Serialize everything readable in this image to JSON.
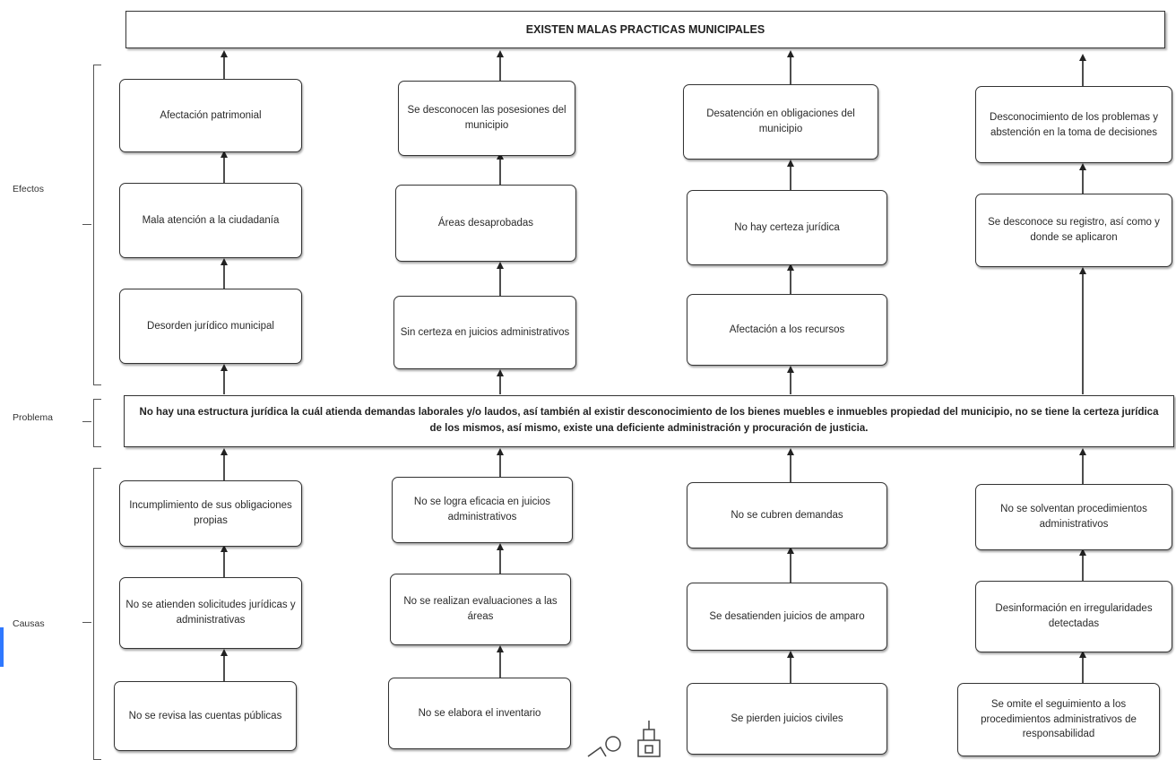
{
  "title": "EXISTEN MALAS PRACTICAS MUNICIPALES",
  "side_labels": {
    "efectos": "Efectos",
    "problema": "Problema",
    "causas": "Causas"
  },
  "problem": "No hay una estructura jurídica la cuál atienda demandas laborales y/o laudos, así también al existir desconocimiento de los bienes muebles e inmuebles propiedad del municipio, no se tiene la certeza jurídica de los mismos, así mismo, existe una deficiente administración y procuración de justicia.",
  "effects": [
    [
      "Afectación patrimonial",
      "Se desconocen las posesiones del municipio",
      "Desatención en obligaciones del municipio",
      "Desconocimiento de los problemas y abstención en la toma de decisiones"
    ],
    [
      "Mala atención a la ciudadanía",
      "Áreas desaprobadas",
      "No hay certeza jurídica",
      "Se desconoce su registro, así como y donde se aplicaron"
    ],
    [
      "Desorden jurídico municipal",
      "Sin certeza en juicios administrativos",
      "Afectación a los recursos"
    ]
  ],
  "causes": [
    [
      "Incumplimiento de sus obligaciones propias",
      "No se logra eficacia en juicios administrativos",
      "No se cubren demandas",
      "No se solventan procedimientos administrativos"
    ],
    [
      "No se atienden solicitudes jurídicas y administrativas",
      "No se realizan evaluaciones a las áreas",
      "Se desatienden juicios de amparo",
      "Desinformación en irregularidades detectadas"
    ],
    [
      "No se revisa las cuentas públicas",
      "No se elabora el inventario",
      "Se pierden juicios civiles",
      "Se omite el seguimiento a los procedimientos administrativos de responsabilidad"
    ]
  ]
}
